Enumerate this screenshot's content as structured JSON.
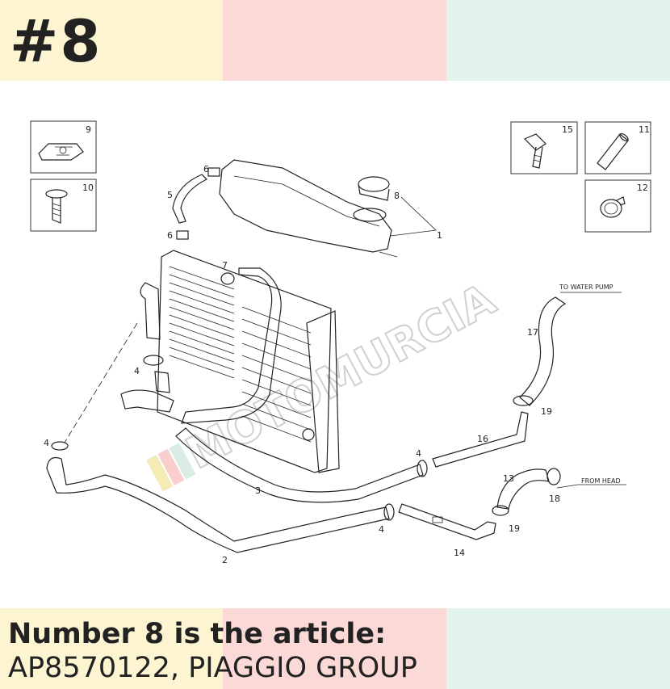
{
  "header": {
    "badge": "#8",
    "colors": [
      "#fdf5d1",
      "#fbd9d7",
      "#e3f4ed"
    ]
  },
  "footer": {
    "line1": "Number 8 is the article:",
    "line2": "AP8570122, PIAGGIO GROUP"
  },
  "watermark": {
    "text": "MOTOMURCIA"
  },
  "diagram": {
    "inset_labels": [
      "9",
      "10",
      "15",
      "11",
      "12"
    ],
    "part_labels": [
      "6",
      "5",
      "6",
      "8",
      "1",
      "7",
      "4",
      "17",
      "19",
      "16",
      "4",
      "4",
      "3",
      "13",
      "18",
      "19",
      "4",
      "14",
      "2"
    ],
    "notes": [
      "TO WATER PUMP",
      "FROM HEAD"
    ]
  }
}
